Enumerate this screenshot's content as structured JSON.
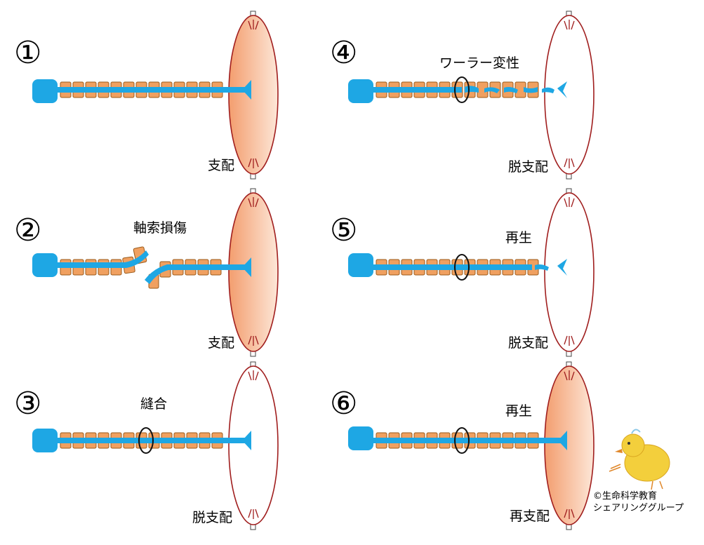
{
  "panels": [
    {
      "number": "①",
      "top_label": "",
      "muscle_label": "支配",
      "muscle_state": "innervated",
      "axon_state": "intact"
    },
    {
      "number": "②",
      "top_label": "軸索損傷",
      "muscle_label": "支配",
      "muscle_state": "innervated",
      "axon_state": "injured"
    },
    {
      "number": "③",
      "top_label": "縫合",
      "muscle_label": "脱支配",
      "muscle_state": "denervated",
      "axon_state": "sutured"
    },
    {
      "number": "④",
      "top_label": "ワーラー変性",
      "muscle_label": "脱支配",
      "muscle_state": "denervated",
      "axon_state": "wallerian-degeneration"
    },
    {
      "number": "⑤",
      "top_label": "再生",
      "muscle_label": "脱支配",
      "muscle_state": "denervated",
      "axon_state": "regenerating"
    },
    {
      "number": "⑥",
      "top_label": "再生",
      "muscle_label": "再支配",
      "muscle_state": "reinnervated",
      "axon_state": "regenerated"
    }
  ],
  "credit": {
    "line1": "©生命科学教育",
    "line2": "シェアリンググループ"
  },
  "colors": {
    "axon": "#1ea7e4",
    "myelin_fill": "#f0a060",
    "myelin_stroke": "#9a5a1a",
    "muscle_outline": "#a01e1e",
    "muscle_fill_light": "#fde6d6",
    "muscle_fill_dark": "#f3a277",
    "mascot": "#f3cf3c"
  }
}
